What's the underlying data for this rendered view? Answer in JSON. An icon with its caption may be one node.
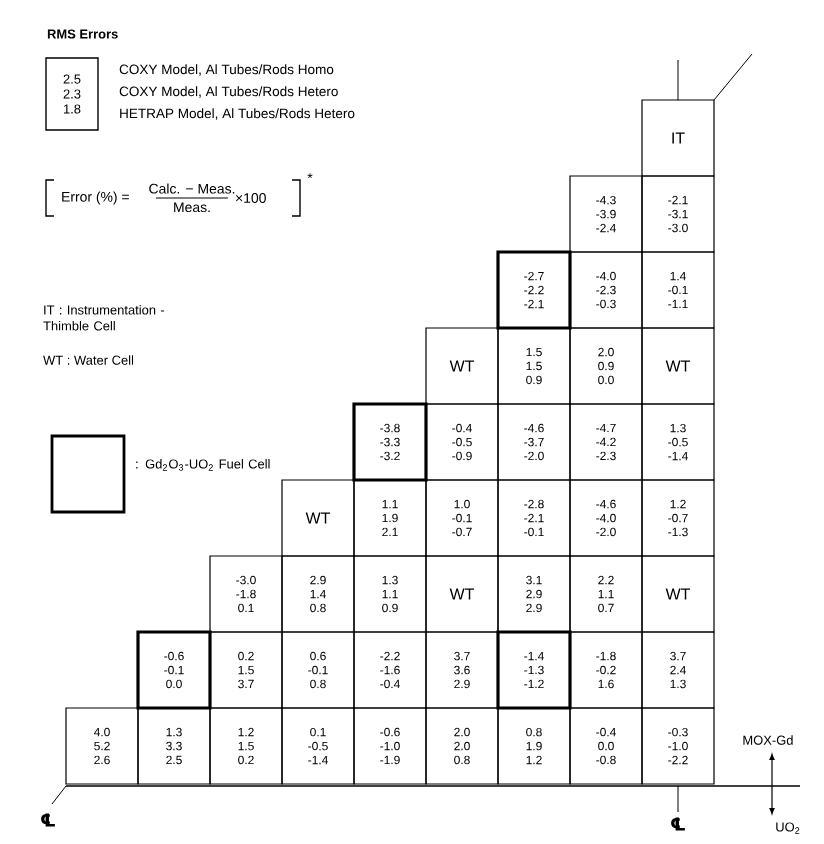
{
  "diagram": {
    "nodes": [
      {
        "text": [
          "2.5",
          "2.3",
          "1.8"
        ]
      },
      {
        "text": [
          "IT"
        ]
      },
      {
        "text": [
          "-4.3",
          "-3.9",
          "-2.4"
        ]
      },
      {
        "text": [
          "-2.1",
          "-3.1",
          "-3.0"
        ]
      },
      {
        "text": [
          "-2.7",
          "-2.2",
          "-2.1"
        ]
      },
      {
        "text": [
          "-4.0",
          "-2.3",
          "-0.3"
        ]
      },
      {
        "text": [
          "1.4",
          "-0.1",
          "-1.1"
        ]
      },
      {
        "text": [
          "WT"
        ]
      },
      {
        "text": [
          "1.5",
          "1.5",
          "0.9"
        ]
      },
      {
        "text": [
          "2.0",
          "0.9",
          "0.0"
        ]
      },
      {
        "text": [
          "WT"
        ]
      },
      {
        "text": [
          "-3.8",
          "-3.3",
          "-3.2"
        ]
      },
      {
        "text": [
          "-0.4",
          "-0.5",
          "-0.9"
        ]
      },
      {
        "text": [
          "-4.6",
          "-3.7",
          "-2.0"
        ]
      },
      {
        "text": [
          "-4.7",
          "-4.2",
          "-2.3"
        ]
      },
      {
        "text": [
          "1.3",
          "-0.5",
          "-1.4"
        ]
      },
      {
        "text": [
          "WT"
        ]
      },
      {
        "text": [
          "1.1",
          "1.9",
          "2.1"
        ]
      },
      {
        "text": [
          "1.0",
          "-0.1",
          "-0.7"
        ]
      },
      {
        "text": [
          "-2.8",
          "-2.1",
          "-0.1"
        ]
      },
      {
        "text": [
          "-4.6",
          "-4.0",
          "-2.0"
        ]
      },
      {
        "text": [
          "1.2",
          "-0.7",
          "-1.3"
        ]
      },
      {
        "text": [
          "-3.0",
          "-1.8",
          "0.1"
        ]
      },
      {
        "text": [
          "2.9",
          "1.4",
          "0.8"
        ]
      },
      {
        "text": [
          "1.3",
          "1.1",
          "0.9"
        ]
      },
      {
        "text": [
          "WT"
        ]
      },
      {
        "text": [
          "3.1",
          "2.9",
          "2.9"
        ]
      },
      {
        "text": [
          "2.2",
          "1.1",
          "0.7"
        ]
      },
      {
        "text": [
          "WT"
        ]
      },
      {
        "text": [
          "-0.6",
          "-0.1",
          "0.0"
        ]
      },
      {
        "text": [
          "0.2",
          "1.5",
          "3.7"
        ]
      },
      {
        "text": [
          "0.6",
          "-0.1",
          "0.8"
        ]
      },
      {
        "text": [
          "-2.2",
          "-1.6",
          "-0.4"
        ]
      },
      {
        "text": [
          "3.7",
          "3.6",
          "2.9"
        ]
      },
      {
        "text": [
          "-1.4",
          "-1.3",
          "-1.2"
        ]
      },
      {
        "text": [
          "-1.8",
          "-0.2",
          "1.6"
        ]
      },
      {
        "text": [
          "3.7",
          "2.4",
          "1.3"
        ]
      },
      {
        "text": [
          "4.0",
          "5.2",
          "2.6"
        ]
      },
      {
        "text": [
          "1.3",
          "3.3",
          "2.5"
        ]
      },
      {
        "text": [
          "1.2",
          "1.5",
          "0.2"
        ]
      },
      {
        "text": [
          "0.1",
          "-0.5",
          "-1.4"
        ]
      },
      {
        "text": [
          "-0.6",
          "-1.0",
          "-1.9"
        ]
      },
      {
        "text": [
          "2.0",
          "2.0",
          "0.8"
        ]
      },
      {
        "text": [
          "0.8",
          "1.9",
          "1.2"
        ]
      },
      {
        "text": [
          "-0.4",
          "0.0",
          "-0.8"
        ]
      },
      {
        "text": [
          "-0.3",
          "-1.0",
          "-2.2"
        ]
      }
    ],
    "labels": [
      "RMS Errors",
      "COXY Model, Al Tubes/Rods Homo",
      "COXY Model, Al Tubes/Rods Hetero",
      "HETRAP Model, Al Tubes/Rods Hetero",
      "Error (%) =",
      "Calc. − Meas.",
      "Meas.",
      "×100",
      "*",
      "IT : Instrumentation - Thimble Cell",
      "WT : Water Cell",
      "℄",
      "℄",
      "MOX-Gd",
      "UO$_{2}$"
    ],
    "legend": [
      {
        "text": ": Gd$_{2}$O$_{3}$-UO$_{2}$ Fuel Cell"
      }
    ]
  }
}
